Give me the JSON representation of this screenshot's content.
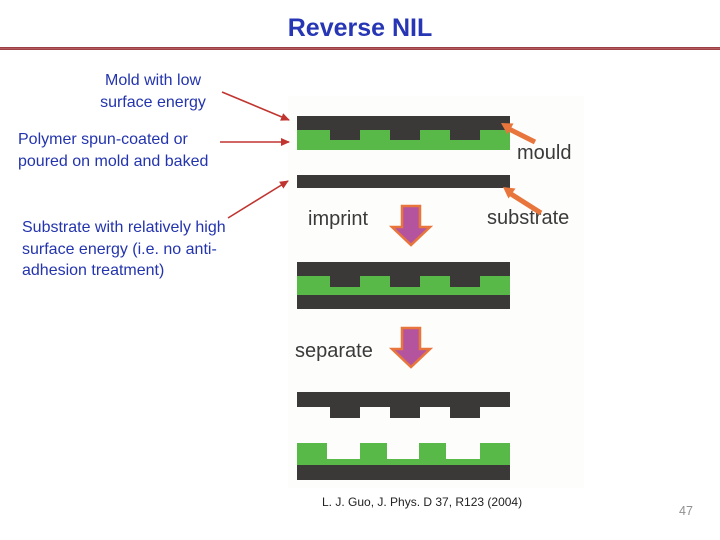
{
  "slide": {
    "title": "Reverse NIL",
    "citation": "L. J. Guo, J. Phys. D 37, R123 (2004)",
    "page_number": "47"
  },
  "annotations": {
    "mold": {
      "line1": "Mold with low",
      "line2": "surface energy"
    },
    "polymer": {
      "line1": "Polymer spun-coated or",
      "line2": "poured on mold and baked"
    },
    "substrate": {
      "line1": "Substrate with relatively high",
      "line2": "surface energy (i.e. no anti-",
      "line3": "adhesion treatment)"
    }
  },
  "diagram": {
    "labels": {
      "mould": "mould",
      "substrate": "substrate",
      "imprint": "imprint",
      "separate": "separate"
    },
    "colors": {
      "title_blue": "#2636b4",
      "annotation_blue": "#2334ad",
      "callout_arrow_red": "#c03530",
      "header_line_red": "#8e3136",
      "mold_dark": "#3a3938",
      "polymer_green": "#58b848",
      "pointer_arrow_orange": "#e8763c",
      "process_arrow_purple": "#b4549e",
      "figure_label_gray": "#3a3a3a",
      "page_number_gray": "#909090"
    }
  }
}
